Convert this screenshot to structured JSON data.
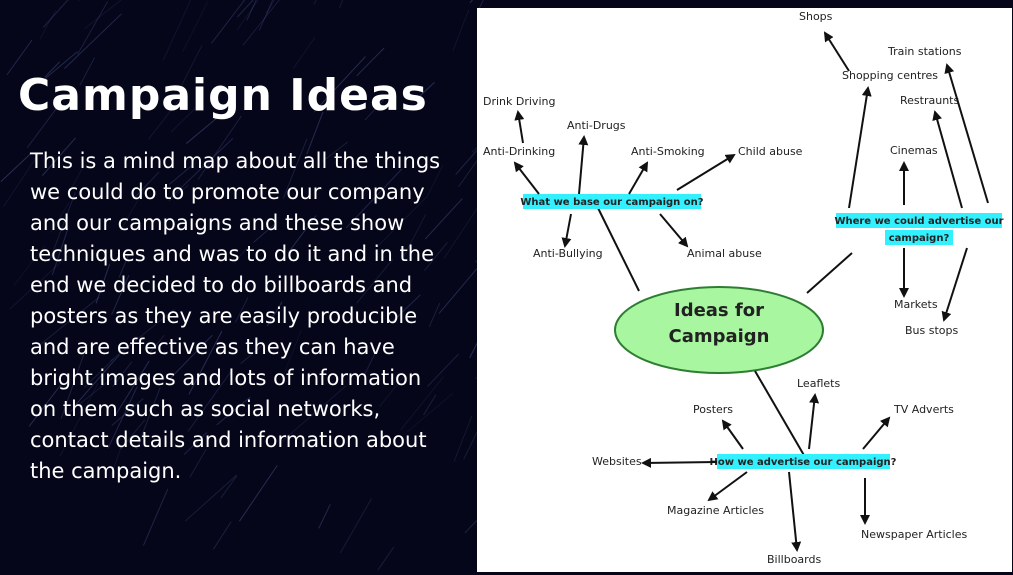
{
  "slide": {
    "title": "Campaign Ideas",
    "description": "This is a mind map about all the things we could do to promote our company and our campaigns and these show techniques and was to do it and in the end we decided to do billboards and posters as they are easily producible and are effective as they can have bright images and lots of information on them such as social networks, contact details and  information about the campaign."
  },
  "mindmap": {
    "center": "Ideas for\nCampaign",
    "branches": [
      {
        "label": "What we base our campaign on?",
        "leaves": [
          "Drink Driving",
          "Anti-Drinking",
          "Anti-Drugs",
          "Anti-Smoking",
          "Child abuse",
          "Anti-Bullying",
          "Animal abuse"
        ]
      },
      {
        "label": "Where we could advertise our campaign?",
        "leaves": [
          "Shops",
          "Shopping centres",
          "Train stations",
          "Restraunts",
          "Cinemas",
          "Markets",
          "Bus stops"
        ]
      },
      {
        "label": "How we advertise our campaign?",
        "leaves": [
          "Posters",
          "Leaflets",
          "TV Adverts",
          "Websites",
          "Magazine Articles",
          "Billboards",
          "Newspaper Articles"
        ]
      }
    ]
  },
  "colors": {
    "background": "#05061a",
    "center_fill": "#a8f7a0",
    "center_stroke": "#2e7d32",
    "branch_highlight": "#33f0ff",
    "panel": "#ffffff"
  }
}
